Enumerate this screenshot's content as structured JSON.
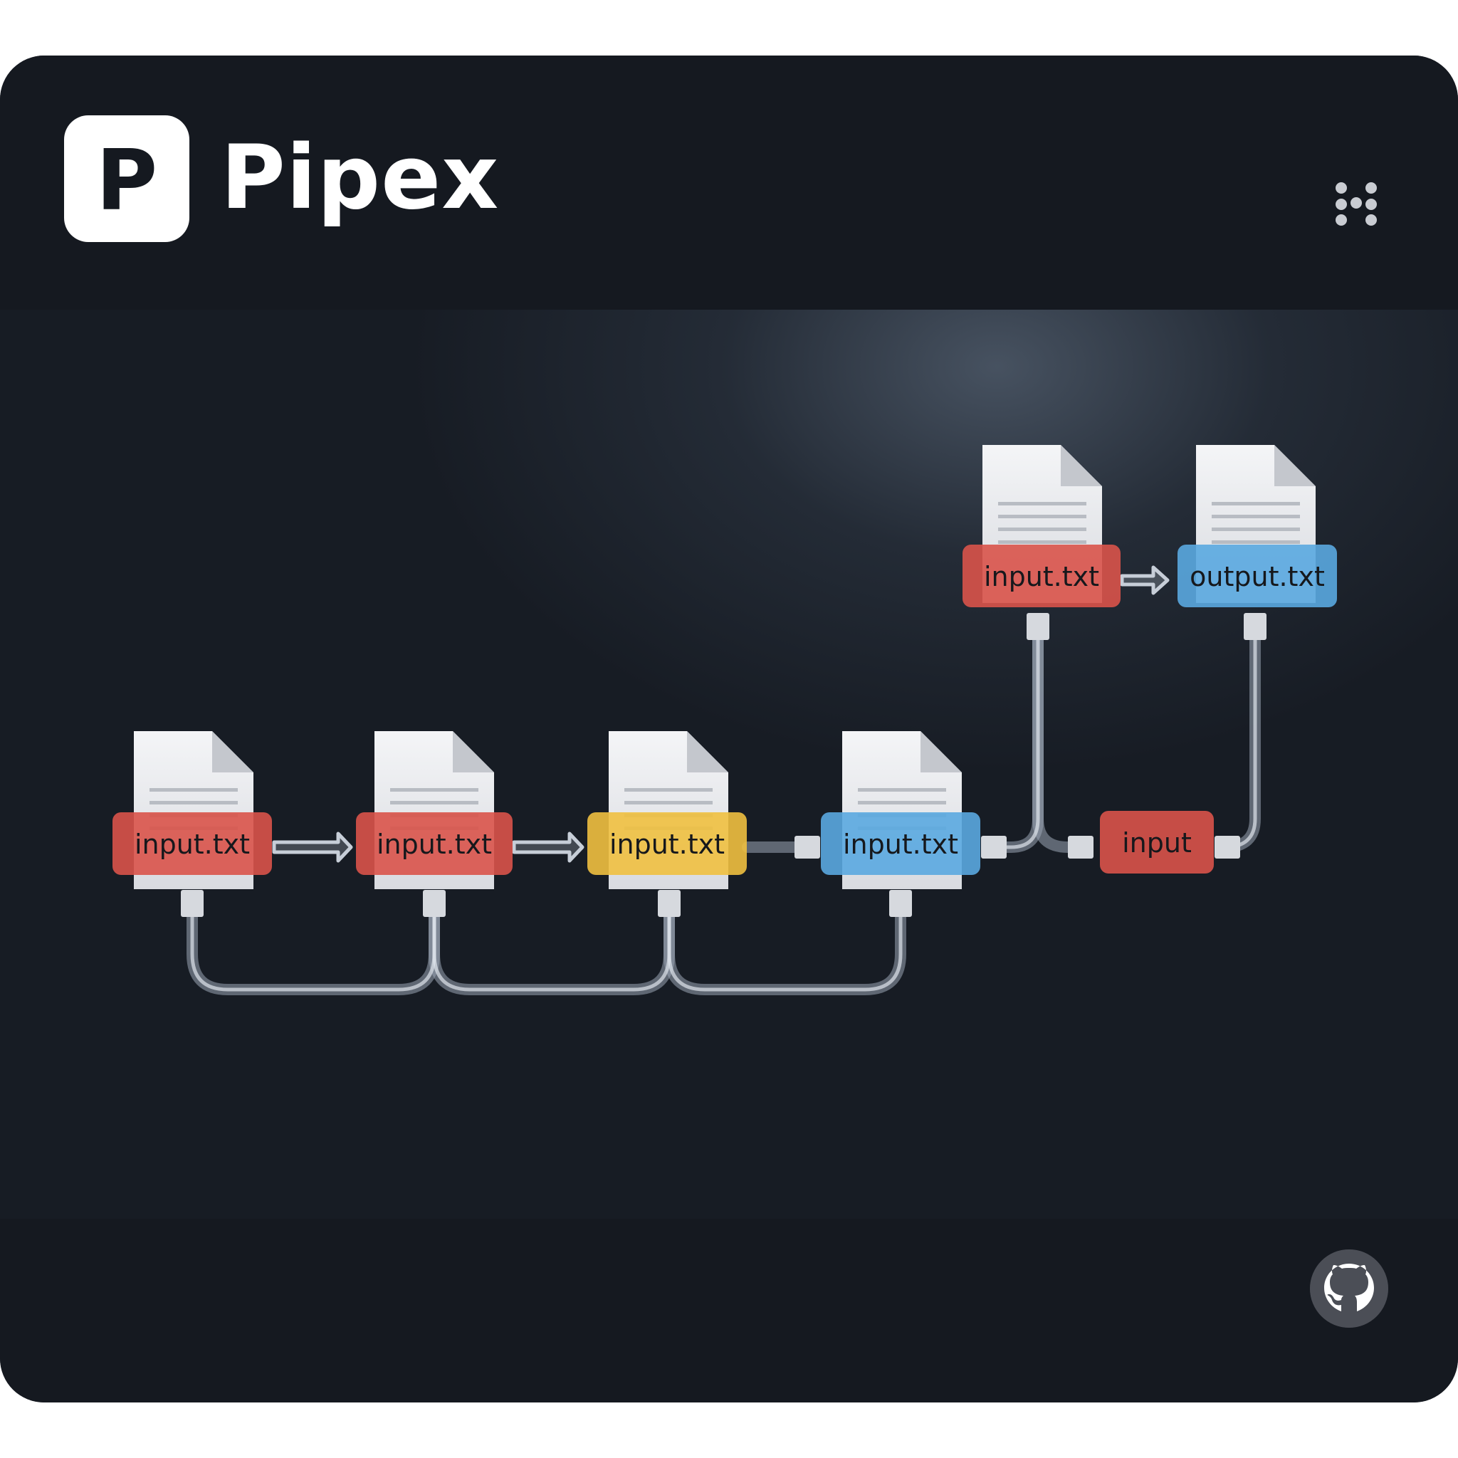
{
  "app": {
    "logo_letter": "P",
    "title": "Pipex"
  },
  "header": {
    "menu_icon": "grid-dots-icon"
  },
  "footer": {
    "github_icon": "github-icon"
  },
  "colors": {
    "red": "#d9534a",
    "yellow": "#f0c040",
    "blue": "#5aa8e0",
    "card": "#141820"
  },
  "pipeline": {
    "bottom_row": [
      {
        "label": "input.txt",
        "color": "red"
      },
      {
        "label": "input.txt",
        "color": "red"
      },
      {
        "label": "input.txt",
        "color": "yellow"
      },
      {
        "label": "input.txt",
        "color": "blue"
      }
    ],
    "top_row": [
      {
        "label": "input.txt",
        "color": "red"
      },
      {
        "label": "output.txt",
        "color": "blue"
      }
    ],
    "connector": {
      "label": "input",
      "color": "red"
    }
  }
}
